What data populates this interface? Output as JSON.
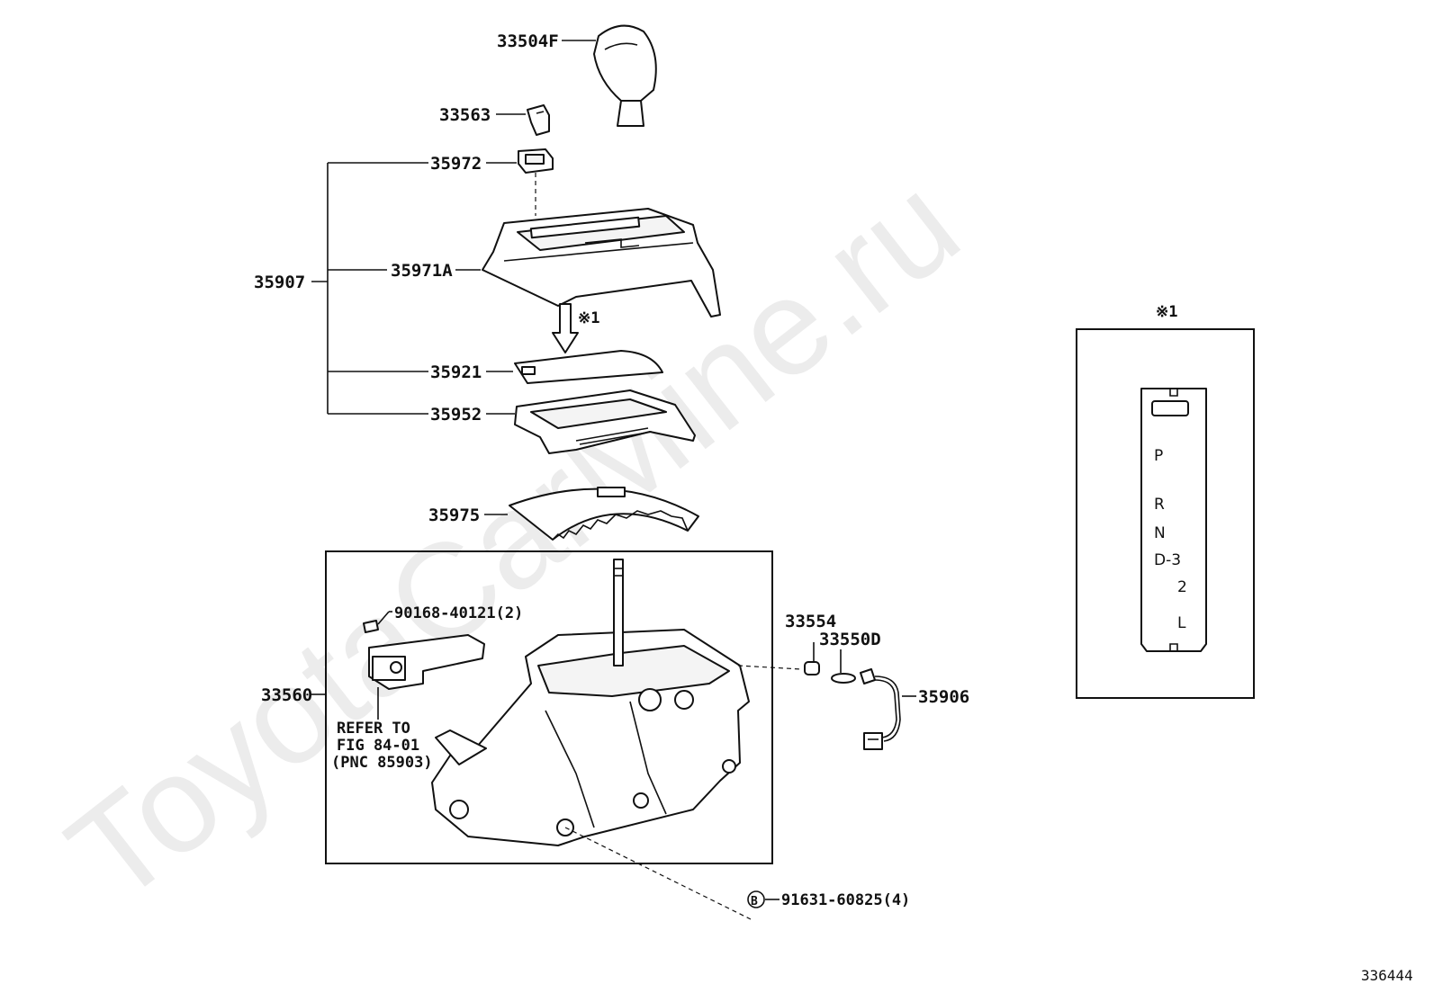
{
  "watermark": "ToyotaCarMine.ru",
  "figure_id": "336444",
  "labels": {
    "knob": "33504F",
    "button": "33563",
    "button_housing": "35972",
    "assembly": "35907",
    "indicator_housing": "35971A",
    "plate": "35921",
    "panel": "35952",
    "dust_cover": "35975",
    "lever_assembly": "33560",
    "screw": "90168-40121(2)",
    "refer_line1": "REFER TO",
    "refer_line2": "FIG 84-01",
    "refer_line3": "(PNC 85903)",
    "bulb_socket": "33554",
    "bulb": "33550D",
    "wire": "35906",
    "bolt_marker": "B",
    "bolt": "91631-60825(4)",
    "note_arrow": "※1"
  },
  "inset": {
    "title": "※1",
    "positions": [
      "P",
      "R",
      "N",
      "D-3",
      "2",
      "L"
    ]
  }
}
